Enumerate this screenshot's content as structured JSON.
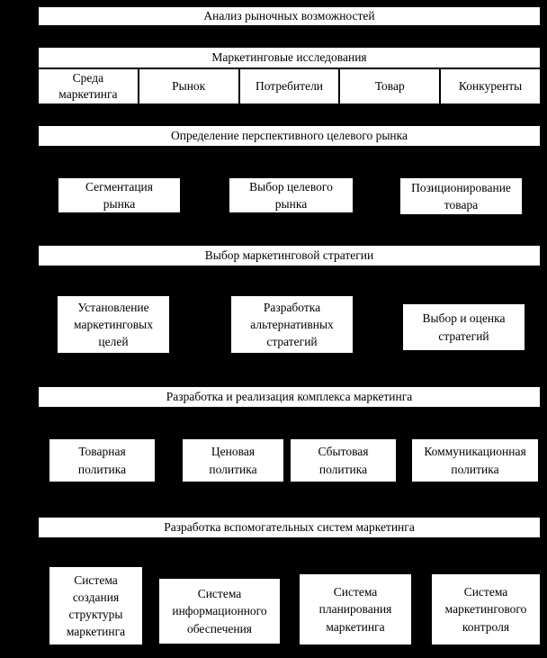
{
  "colors": {
    "background": "#000000",
    "box_fill": "#ffffff",
    "text": "#000000"
  },
  "diagram": {
    "stage1": {
      "title": "Анализ рыночных возможностей"
    },
    "research": {
      "header": "Маркетинговые исследования",
      "cells": [
        {
          "label": "Среда\nмаркетинга"
        },
        {
          "label": "Рынок"
        },
        {
          "label": "Потребители"
        },
        {
          "label": "Товар"
        },
        {
          "label": "Конкуренты"
        }
      ]
    },
    "target_market": {
      "header": "Определение перспективного целевого рынка",
      "boxes": [
        {
          "label": "Сегментация\nрынка"
        },
        {
          "label": "Выбор целевого\nрынка"
        },
        {
          "label": "Позиционирование\nтовара"
        }
      ]
    },
    "strategy": {
      "header": "Выбор маркетинговой стратегии",
      "boxes": [
        {
          "label": "Установление\nмаркетинговых\nцелей"
        },
        {
          "label": "Разработка\nальтернативных\nстратегий"
        },
        {
          "label": "Выбор и оценка\nстратегий"
        }
      ]
    },
    "marketing_mix": {
      "header": "Разработка и реализация комплекса маркетинга",
      "boxes": [
        {
          "label": "Товарная\nполитика"
        },
        {
          "label": "Ценовая\nполитика"
        },
        {
          "label": "Сбытовая\nполитика"
        },
        {
          "label": "Коммуникационная\nполитика"
        }
      ]
    },
    "support_systems": {
      "header": "Разработка вспомогательных систем маркетинга",
      "boxes": [
        {
          "label": "Система\nсоздания\nструктуры\nмаркетинга"
        },
        {
          "label": "Система\nинформационного\nобеспечения"
        },
        {
          "label": "Система\nпланирования\nмаркетинга"
        },
        {
          "label": "Система\nмаркетингового\nконтроля"
        }
      ]
    }
  }
}
